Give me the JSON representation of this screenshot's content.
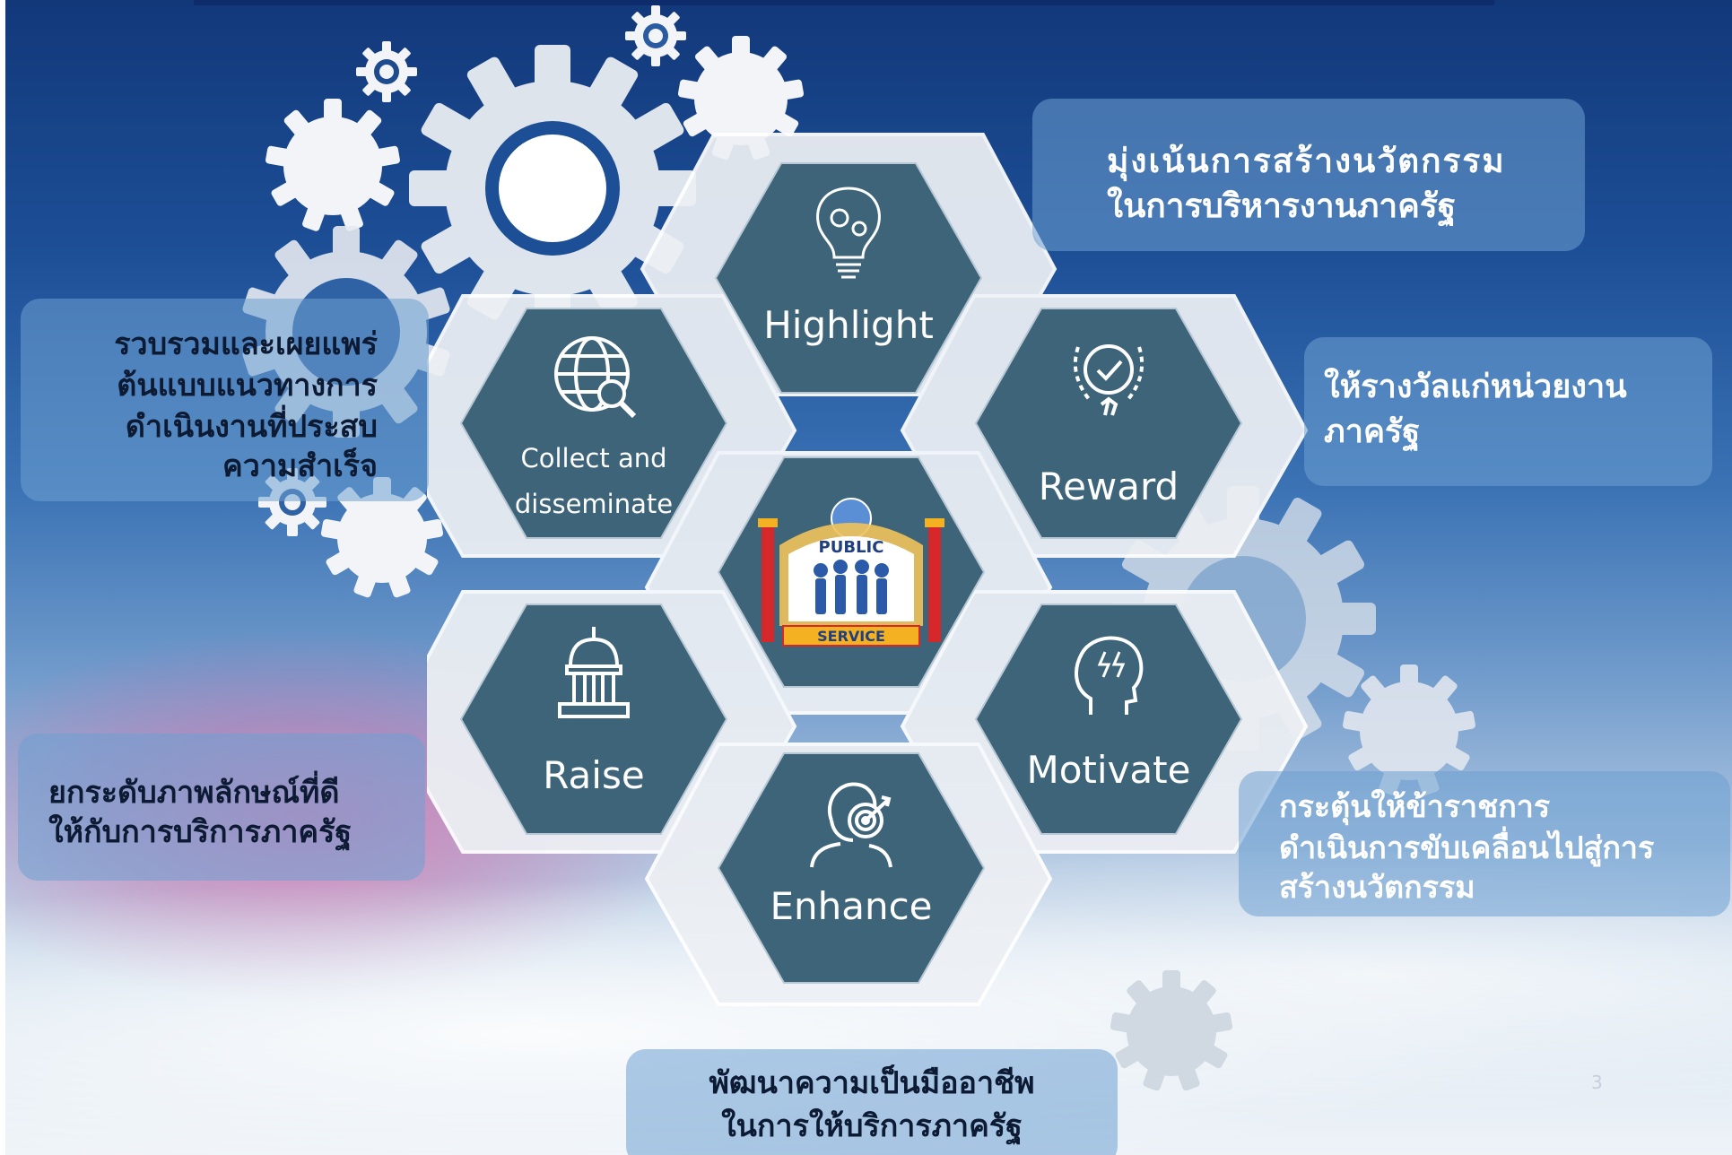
{
  "hexagons": {
    "highlight": "Highlight",
    "collect_line1": "Collect and",
    "collect_line2": "disseminate",
    "reward": "Reward",
    "raise": "Raise",
    "motivate": "Motivate",
    "enhance": "Enhance"
  },
  "center_logo": {
    "top_text": "PUBLIC",
    "bottom_text": "SERVICE"
  },
  "callouts": {
    "innovation": [
      "มุ่งเน้นการสร้างนวัตกรรม",
      "ในการบริหารงานภาครัฐ"
    ],
    "collect": [
      "รวบรวมและเผยแพร่",
      "ต้นแบบแนวทางการ",
      "ดำเนินงานที่ประสบ",
      "ความสำเร็จ"
    ],
    "reward": [
      "ให้รางวัลแก่หน่วยงาน",
      "ภาครัฐ"
    ],
    "raise": [
      "ยกระดับภาพลักษณ์ที่ดี",
      "ให้กับการบริการภาครัฐ"
    ],
    "motivate": [
      "กระตุ้นให้ข้าราชการ",
      "ดำเนินการขับเคลื่อนไปสู่การ",
      "สร้างนวัตกรรม"
    ],
    "enhance": [
      "พัฒนาความเป็นมืออาชีพ",
      "ในการให้บริการภาครัฐ"
    ]
  },
  "page_number": "3",
  "colors": {
    "hex_fill": "#3d6479",
    "hex_frame": "#e9edf2",
    "callout_text_dark": "#0d1a33",
    "callout_text_light": "#ffffff"
  }
}
